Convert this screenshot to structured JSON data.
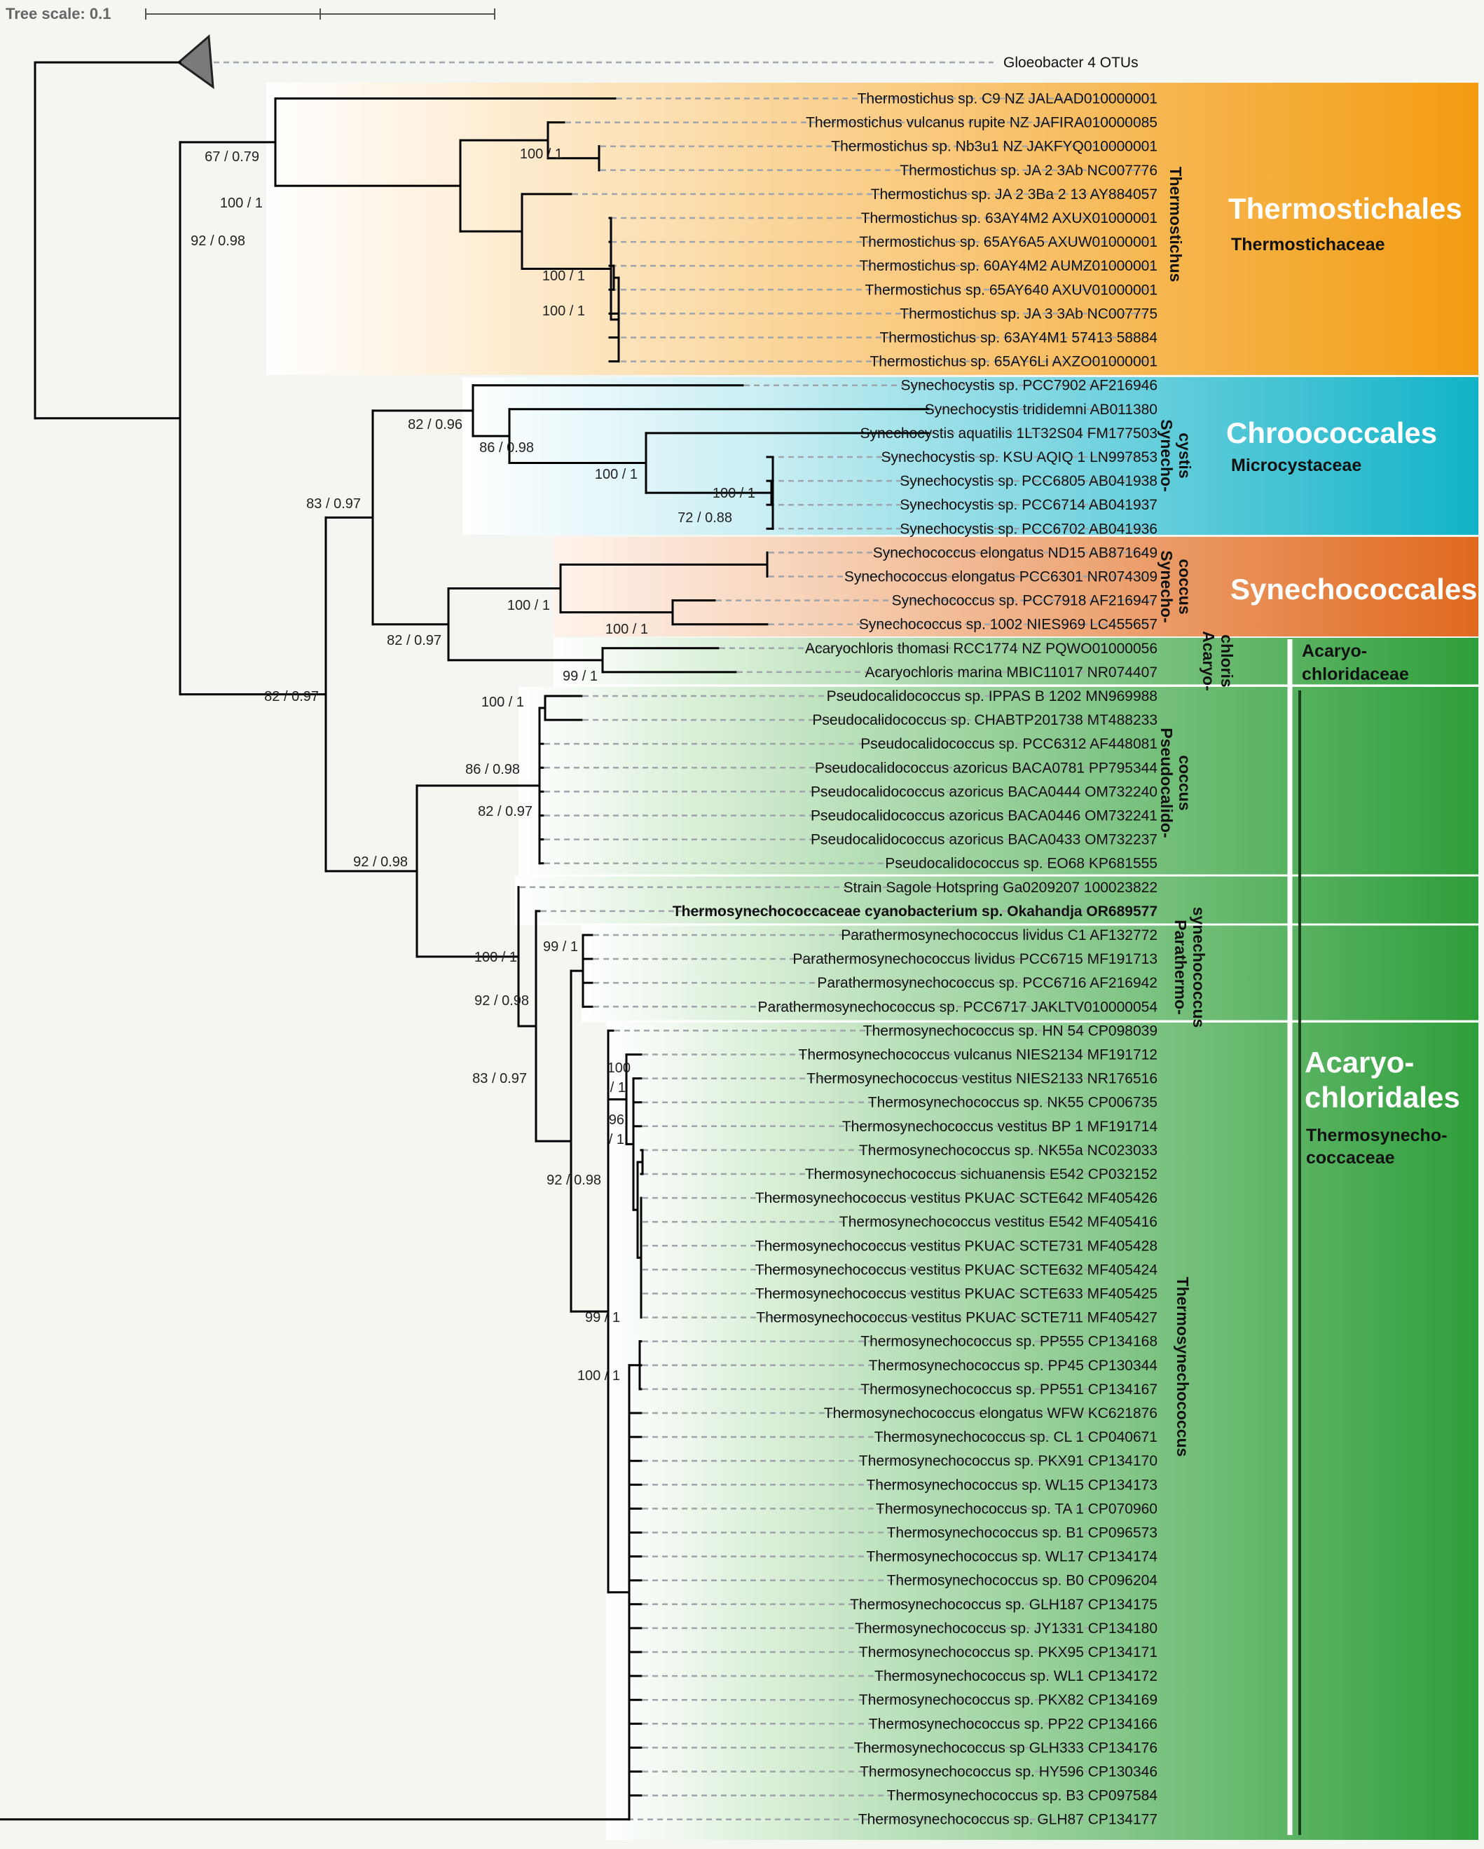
{
  "tree_scale": {
    "label": "Tree scale: 0.1"
  },
  "outgroup": {
    "label": "Gloeobacter 4 OTUs"
  },
  "colors": {
    "thermostichales": "#f39c12",
    "chroococcales": "#19b5c9",
    "synechococcales": "#e0691e",
    "acaryochloridales": "#2e9e3a",
    "branch": "#000000",
    "guide_line": "#a0a4ab"
  },
  "orders": [
    {
      "name": "Thermostichales",
      "family": "Thermostichaceae"
    },
    {
      "name": "Chroococcales",
      "family": "Microcystaceae"
    },
    {
      "name": "Synechococcales",
      "family": ""
    },
    {
      "name_lines": [
        "Acaryo-",
        "chloridales"
      ],
      "family_lines": [
        "Thermosynecho-",
        "coccaceae"
      ],
      "side_family_lines": [
        "Acaryo-",
        "chloridaceae"
      ]
    }
  ],
  "genera": [
    {
      "lines": [
        "Thermostichus"
      ]
    },
    {
      "lines": [
        "Synecho-",
        "cystis"
      ]
    },
    {
      "lines": [
        "Synecho-",
        "coccus"
      ]
    },
    {
      "lines": [
        "Acaryo-",
        "chloris"
      ]
    },
    {
      "lines": [
        "Pseudocalido-",
        "coccus"
      ]
    },
    {
      "lines": [
        "Parathermo-",
        "synechococcus"
      ]
    },
    {
      "lines": [
        "Thermosynechococcus"
      ]
    }
  ],
  "leaves": [
    "Thermostichus sp. C9 NZ JALAAD010000001",
    "Thermostichus vulcanus rupite NZ JAFIRA010000085",
    "Thermostichus sp. Nb3u1 NZ JAKFYQ010000001",
    "Thermostichus sp. JA 2 3Ab NC007776",
    "Thermostichus sp. JA 2 3Ba 2 13 AY884057",
    "Thermostichus sp. 63AY4M2 AXUX01000001",
    "Thermostichus sp. 65AY6A5 AXUW01000001",
    "Thermostichus sp. 60AY4M2 AUMZ01000001",
    "Thermostichus sp. 65AY640 AXUV01000001",
    "Thermostichus sp. JA 3 3Ab NC007775",
    "Thermostichus sp. 63AY4M1 57413 58884",
    "Thermostichus sp. 65AY6Li AXZO01000001",
    "Synechocystis sp. PCC7902 AF216946",
    "Synechocystis trididemni AB011380",
    "Synechocystis aquatilis 1LT32S04 FM177503",
    "Synechocystis sp. KSU AQIQ 1 LN997853",
    "Synechocystis sp. PCC6805 AB041938",
    "Synechocystis sp. PCC6714 AB041937",
    "Synechocystis sp. PCC6702 AB041936",
    "Synechococcus elongatus ND15 AB871649",
    "Synechococcus elongatus PCC6301 NR074309",
    "Synechococcus sp. PCC7918 AF216947",
    "Synechococcus sp. 1002 NIES969 LC455657",
    "Acaryochloris thomasi RCC1774 NZ PQWO01000056",
    "Acaryochloris marina MBIC11017 NR074407",
    "Pseudocalidococcus sp. IPPAS B 1202 MN969988",
    "Pseudocalidococcus sp. CHABTP201738 MT488233",
    "Pseudocalidococcus sp. PCC6312 AF448081",
    "Pseudocalidococcus azoricus BACA0781 PP795344",
    "Pseudocalidococcus azoricus BACA0444 OM732240",
    "Pseudocalidococcus azoricus BACA0446 OM732241",
    "Pseudocalidococcus azoricus BACA0433 OM732237",
    "Pseudocalidococcus sp. EO68 KP681555",
    "Strain Sagole Hotspring Ga0209207 100023822",
    "Thermosynechococcaceae cyanobacterium sp. Okahandja OR689577",
    "Parathermosynechococcus lividus C1 AF132772",
    "Parathermosynechococcus lividus PCC6715 MF191713",
    "Parathermosynechococcus sp. PCC6716 AF216942",
    "Parathermosynechococcus sp. PCC6717 JAKLTV010000054",
    "Thermosynechococcus sp. HN 54 CP098039",
    "Thermosynechococcus vulcanus NIES2134 MF191712",
    "Thermosynechococcus vestitus NIES2133 NR176516",
    "Thermosynechococcus sp. NK55 CP006735",
    "Thermosynechococcus vestitus BP 1 MF191714",
    "Thermosynechococcus sp. NK55a NC023033",
    "Thermosynechococcus sichuanensis E542 CP032152",
    "Thermosynechococcus vestitus PKUAC SCTE642 MF405426",
    "Thermosynechococcus vestitus E542 MF405416",
    "Thermosynechococcus vestitus PKUAC SCTE731 MF405428",
    "Thermosynechococcus vestitus PKUAC SCTE632 MF405424",
    "Thermosynechococcus vestitus PKUAC SCTE633 MF405425",
    "Thermosynechococcus vestitus PKUAC SCTE711 MF405427",
    "Thermosynechococcus sp. PP555 CP134168",
    "Thermosynechococcus sp. PP45 CP130344",
    "Thermosynechococcus sp. PP551 CP134167",
    "Thermosynechococcus elongatus WFW KC621876",
    "Thermosynechococcus sp. CL 1 CP040671",
    "Thermosynechococcus sp. PKX91 CP134170",
    "Thermosynechococcus sp. WL15 CP134173",
    "Thermosynechococcus sp. TA 1 CP070960",
    "Thermosynechococcus sp. B1 CP096573",
    "Thermosynechococcus sp. WL17 CP134174",
    "Thermosynechococcus sp. B0 CP096204",
    "Thermosynechococcus sp. GLH187 CP134175",
    "Thermosynechococcus sp. JY1331 CP134180",
    "Thermosynechococcus sp. PKX95 CP134171",
    "Thermosynechococcus sp. WL1 CP134172",
    "Thermosynechococcus sp. PKX82 CP134169",
    "Thermosynechococcus sp. PP22 CP134166",
    "Thermosynechococcus sp GLH333 CP134176",
    "Thermosynechococcus sp. HY596 CP130346",
    "Thermosynechococcus sp. B3 CP097584",
    "Thermosynechococcus sp. GLH87 CP134177"
  ],
  "highlighted_leaf": "Thermosynechococcaceae cyanobacterium sp. Okahandja OR689577",
  "support_values": [
    "67 / 0.79",
    "100 / 1",
    "100 / 1",
    "92 / 0.98",
    "100 / 1",
    "100 / 1",
    "82 / 0.96",
    "86 / 0.98",
    "100 / 1",
    "100 / 1",
    "72 / 0.88",
    "83 / 0.97",
    "100 / 1",
    "100 / 1",
    "82 / 0.97",
    "99 / 1",
    "82 / 0.97",
    "100 / 1",
    "86 / 0.98",
    "82 / 0.97",
    "92 / 0.98",
    "99 / 1",
    "100 / 1",
    "92 / 0.98",
    "83 / 0.97",
    "100",
    "/ 1",
    "96",
    "/ 1",
    "92 / 0.98",
    "99 / 1",
    "100 / 1"
  ]
}
